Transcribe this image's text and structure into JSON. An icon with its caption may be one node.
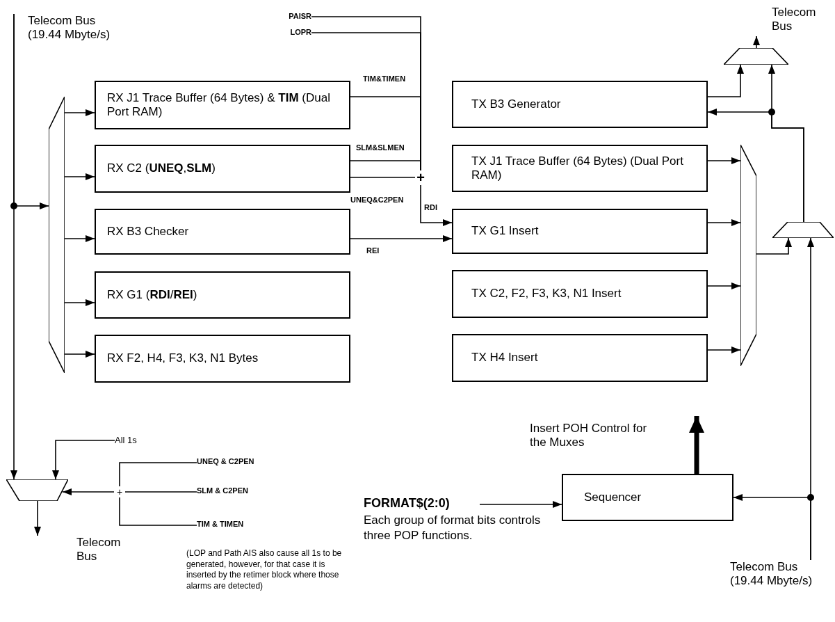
{
  "diagram": {
    "nodes": [
      {
        "text": [
          "Telecom Bus (19.44 Mbyte/s)"
        ]
      },
      {
        "text": [
          "PAISR"
        ]
      },
      {
        "text": [
          "LOPR"
        ]
      },
      {
        "text": [
          "Telecom Bus"
        ]
      },
      {
        "text": [],
        "shape": "trapezoid"
      },
      {
        "text": [],
        "shape": "trapezoid"
      },
      {
        "text": [
          "RX J1 Trace Buffer (64 Bytes) & **TIM** (Dual Port RAM)"
        ]
      },
      {
        "text": [
          "TX B3 Generator"
        ]
      },
      {
        "text": [
          "RX C2 (**UNEQ**,**SLM**)"
        ]
      },
      {
        "text": [
          "TX J1 Trace Buffer (64 Bytes) (Dual Port RAM)"
        ]
      },
      {
        "text": [],
        "shape": "trapezoid"
      },
      {
        "text": [
          "+"
        ]
      },
      {
        "text": [
          "RX B3 Checker"
        ]
      },
      {
        "text": [
          "TX G1 Insert"
        ]
      },
      {
        "text": [],
        "shape": "trapezoid"
      },
      {
        "text": [
          "RX G1 (**RDI**/**REI**)"
        ]
      },
      {
        "text": [
          "TX C2, F2, F3, K3, N1 Insert"
        ]
      },
      {
        "text": [
          "RX F2, H4, F3, K3, N1 Bytes"
        ]
      },
      {
        "text": [
          "TX H4 Insert"
        ]
      },
      {
        "text": [
          "All 1s"
        ]
      },
      {
        "text": [
          "UNEQ & C2PEN"
        ]
      },
      {
        "text": [
          "+"
        ]
      },
      {
        "text": [
          "SLM & C2PEN"
        ]
      },
      {
        "text": [
          "TIM & TIMEN"
        ]
      },
      {
        "text": [],
        "shape": "trapezoid"
      },
      {
        "text": [
          "FORMAT$(2:0)"
        ],
        "beside": [
          "Each group of format bits controls three POP functions."
        ]
      },
      {
        "text": [
          "Sequencer"
        ]
      },
      {
        "text": [
          "Telecom Bus"
        ]
      },
      {
        "text": [
          "Telecom Bus (19.44 Mbyte/s)"
        ]
      }
    ],
    "edges": [
      {
        "from": 0,
        "to": 5,
        "arrow": "to"
      },
      {
        "from": 0,
        "to": 24,
        "arrow": "to"
      },
      {
        "from": 5,
        "to": 6,
        "arrow": "to"
      },
      {
        "from": 5,
        "to": 8,
        "arrow": "to"
      },
      {
        "from": 5,
        "to": 12,
        "arrow": "to"
      },
      {
        "from": 5,
        "to": 15,
        "arrow": "to"
      },
      {
        "from": 5,
        "to": 17,
        "arrow": "to"
      },
      {
        "from": 1,
        "to": 11,
        "arrow": "none"
      },
      {
        "from": 2,
        "to": 11,
        "arrow": "none"
      },
      {
        "from": 6,
        "to": 11,
        "arrow": "none",
        "label": "TIM&TIMEN"
      },
      {
        "from": 8,
        "to": 11,
        "arrow": "none",
        "label": "SLM&SLMEN"
      },
      {
        "from": 8,
        "to": 11,
        "arrow": "none",
        "label": "UNEQ&C2PEN"
      },
      {
        "from": 11,
        "to": 13,
        "arrow": "to",
        "label": "RDI"
      },
      {
        "from": 12,
        "to": 13,
        "arrow": "to",
        "label": "REI"
      },
      {
        "from": 7,
        "to": 4,
        "arrow": "to"
      },
      {
        "from": 4,
        "to": 3,
        "arrow": "to"
      },
      {
        "from": 14,
        "to": 7,
        "arrow": "to"
      },
      {
        "from": 14,
        "to": 4,
        "arrow": "to"
      },
      {
        "from": 9,
        "to": 10,
        "arrow": "to"
      },
      {
        "from": 13,
        "to": 10,
        "arrow": "to"
      },
      {
        "from": 16,
        "to": 10,
        "arrow": "to"
      },
      {
        "from": 18,
        "to": 10,
        "arrow": "to"
      },
      {
        "from": 10,
        "to": 14,
        "arrow": "to"
      },
      {
        "from": 28,
        "to": 14,
        "arrow": "to"
      },
      {
        "from": 28,
        "to": 26,
        "arrow": "to"
      },
      {
        "from": 19,
        "to": 24,
        "arrow": "to"
      },
      {
        "from": 20,
        "to": 21,
        "arrow": "none"
      },
      {
        "from": 22,
        "to": 21,
        "arrow": "none"
      },
      {
        "from": 23,
        "to": 21,
        "arrow": "none"
      },
      {
        "from": 21,
        "to": 24,
        "arrow": "to"
      },
      {
        "from": 24,
        "to": 27,
        "arrow": "to"
      },
      {
        "from": 25,
        "to": 26,
        "arrow": "to"
      },
      {
        "from": 26,
        "to": null,
        "arrow": "to",
        "style": "thick",
        "label": "Insert POH Control for the Muxes"
      }
    ],
    "labels": [
      "(LOP and Path AIS also cause all 1s to be generated, however, for that case it is inserted by the retimer block where those alarms are detected)"
    ]
  }
}
